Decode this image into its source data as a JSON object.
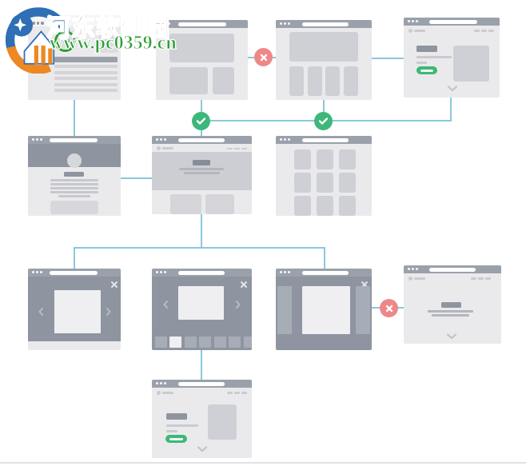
{
  "watermark": {
    "line1": "河东软件园",
    "line2": "www.pc0359.cn"
  },
  "colors": {
    "canvas-bg": "#ffffff",
    "window-bg": "#eaeaec",
    "titlebar": "#9aa1ab",
    "titlebar-light": "#f5f5f7",
    "block": "#cfd0d5",
    "block-light": "#d8d8dc",
    "heading": "#8f959f",
    "line": "#c9cbd0",
    "line-soft": "#b4b6bd",
    "dark-panel": "#8e95a0",
    "hero": "#cdced3",
    "panel-side": "#a7adb6",
    "image-white": "#efeff1",
    "connector": "#8ac8dc",
    "success": "#3eb77b",
    "error": "#ee8888",
    "button-green": "#3eb778",
    "watermark-red": "#dd3333",
    "watermark-green": "#2e9e36"
  },
  "diagram": {
    "type": "sitemap-flowchart",
    "nodes": [
      {
        "id": "article-summary",
        "row": 1
      },
      {
        "id": "media-two-column",
        "row": 1
      },
      {
        "id": "media-four-column",
        "row": 1
      },
      {
        "id": "landing-hero-cta",
        "row": 1
      },
      {
        "id": "profile-article",
        "row": 2
      },
      {
        "id": "landing-centered",
        "row": 2
      },
      {
        "id": "thumbnail-grid-3x3",
        "row": 2
      },
      {
        "id": "lightbox-carousel",
        "row": 3
      },
      {
        "id": "lightbox-filmstrip",
        "row": 3
      },
      {
        "id": "lightbox-peek",
        "row": 3
      },
      {
        "id": "simple-landing",
        "row": 3
      },
      {
        "id": "landing-hero-cta-2",
        "row": 4
      }
    ],
    "edges": [
      {
        "from": "article-summary",
        "to": "profile-article",
        "status": null
      },
      {
        "from": "media-two-column",
        "to": "media-four-column",
        "status": "error"
      },
      {
        "from": "media-four-column",
        "to": "landing-hero-cta",
        "status": null
      },
      {
        "from": "media-two-column",
        "to": "landing-centered",
        "status": "success"
      },
      {
        "from": "media-four-column",
        "to": "landing-hero-cta",
        "status": "success"
      },
      {
        "from": "profile-article",
        "to": "landing-centered",
        "status": null
      },
      {
        "from": "landing-centered",
        "to": "lightbox-carousel",
        "status": null
      },
      {
        "from": "landing-centered",
        "to": "lightbox-filmstrip",
        "status": null
      },
      {
        "from": "landing-centered",
        "to": "lightbox-peek",
        "status": null
      },
      {
        "from": "lightbox-peek",
        "to": "simple-landing",
        "status": "error"
      },
      {
        "from": "lightbox-filmstrip",
        "to": "landing-hero-cta-2",
        "status": null
      }
    ],
    "badge_icons": {
      "success": "check-icon",
      "error": "close-icon"
    }
  }
}
